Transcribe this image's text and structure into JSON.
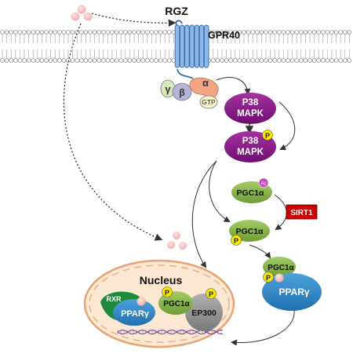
{
  "ligand": {
    "label": "RGZ"
  },
  "receptor": {
    "label": "GPR40"
  },
  "g_protein": {
    "gamma": "γ",
    "beta": "β",
    "alpha": "α",
    "gtp": "GTP"
  },
  "p38_inactive": {
    "line1": "P38",
    "line2": "MAPK"
  },
  "p38_active": {
    "line1": "P38",
    "line2": "MAPK",
    "phospho": "P"
  },
  "pgc1a_acetylated": {
    "label": "PGC1α",
    "mark": "Ac"
  },
  "sirt1": {
    "label": "SIRT1"
  },
  "pgc1a_phospho": {
    "label": "PGC1α",
    "phospho": "P"
  },
  "complex_cytoplasm": {
    "pgc1a": "PGC1α",
    "ppar": "PPARγ",
    "phospho": "P"
  },
  "nucleus": {
    "title": "Nucleus",
    "rxr": "RXR",
    "ppar": "PPARγ",
    "pgc1a": "PGC1α",
    "ep300": "EP300",
    "phospho": "P"
  },
  "colors": {
    "purple": "#8a1a8a",
    "green": "#8db84a",
    "blue": "#2e86c8",
    "red": "#cc0000",
    "yellow": "#f5e600",
    "pink": "#f4c2c2",
    "nucleus_fill": "#fbe7d2",
    "nucleus_border": "#e5a574"
  }
}
